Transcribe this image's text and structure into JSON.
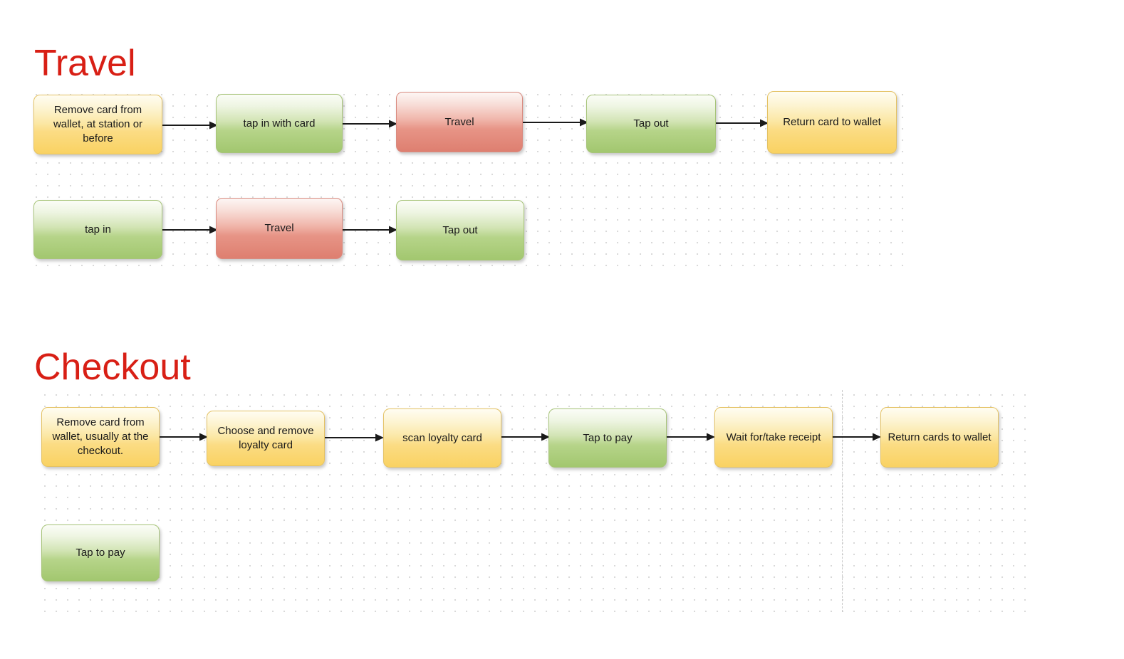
{
  "page": {
    "background": "#ffffff",
    "heading_color": "#d81f15",
    "node_colors": {
      "yellow": "#f9d262",
      "green": "#a2c76f",
      "red": "#de7f70"
    }
  },
  "sections": [
    {
      "id": "travel",
      "title": "Travel",
      "rows": [
        {
          "id": "travel-row-1",
          "nodes": [
            {
              "label": "Remove card from wallet, at station or before",
              "color": "yellow"
            },
            {
              "label": "tap in with card",
              "color": "green"
            },
            {
              "label": "Travel",
              "color": "red"
            },
            {
              "label": "Tap out",
              "color": "green"
            },
            {
              "label": "Return card  to wallet",
              "color": "yellow"
            }
          ]
        },
        {
          "id": "travel-row-2",
          "nodes": [
            {
              "label": "tap in",
              "color": "green"
            },
            {
              "label": "Travel",
              "color": "red"
            },
            {
              "label": "Tap out",
              "color": "green"
            }
          ]
        }
      ]
    },
    {
      "id": "checkout",
      "title": "Checkout",
      "rows": [
        {
          "id": "checkout-row-1",
          "nodes": [
            {
              "label": "Remove card from wallet, usually at the checkout.",
              "color": "yellow"
            },
            {
              "label": "Choose and remove loyalty card",
              "color": "yellow"
            },
            {
              "label": "scan loyalty card",
              "color": "yellow"
            },
            {
              "label": "Tap to pay",
              "color": "green"
            },
            {
              "label": "Wait for/take receipt",
              "color": "yellow"
            },
            {
              "label": "Return cards to wallet",
              "color": "yellow"
            }
          ]
        },
        {
          "id": "checkout-row-2",
          "nodes": [
            {
              "label": "Tap to pay",
              "color": "green"
            }
          ]
        }
      ]
    }
  ]
}
